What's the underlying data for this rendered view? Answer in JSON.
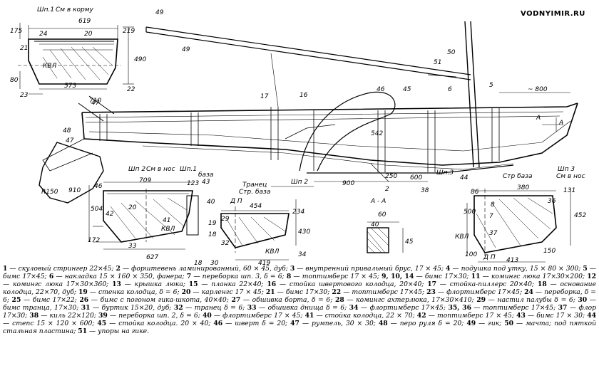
{
  "watermark": "VODNYIMIR.RU",
  "labels": {
    "shp1_top": "Шп.1",
    "to_stern_top": "См в корму",
    "shp2_bot": "Шп 2",
    "to_bow_bot": "См в нос",
    "shp1_bot": "Шп.1",
    "base_bot": "база",
    "transom": "Транец",
    "str_base": "Стр. база",
    "dp1": "Д П",
    "kvl1": "КВЛ",
    "kvl2": "КВЛ",
    "kvl3": "КВЛ",
    "kvl4": "КВЛ",
    "section_aa": "А - А",
    "shp2_mid": "Шп 2",
    "shp3_mid": "Шп.3",
    "shp3_right": "Шп 3",
    "str_base_right": "Стр база",
    "to_bow_right": "См в нос",
    "dp2": "Д П",
    "a_left": "А",
    "a_right": "А",
    "r150": "R150"
  },
  "dimensions": {
    "d619": "619",
    "d24": "24",
    "d20top": "20",
    "d175": "175",
    "d21": "21",
    "d219": "219",
    "d490": "490",
    "d80": "80",
    "d573": "573",
    "d23": "23",
    "d22": "22",
    "d710": "710",
    "d800": "~ 800",
    "d709": "709",
    "d43": "43",
    "d123": "123",
    "d46": "46",
    "d504": "504",
    "d42": "42",
    "d172": "172",
    "d627": "627",
    "d910": "910",
    "d454": "454",
    "d234": "234",
    "d430": "430",
    "d419": "419",
    "d34": "34",
    "d900": "900",
    "d600": "600",
    "d542": "542",
    "d250": "250",
    "d60": "60",
    "d40": "40",
    "d45": "45",
    "d380": "380",
    "d86": "86",
    "d131": "131",
    "d500": "500",
    "d452": "452",
    "d150": "150",
    "d100": "100",
    "d413": "413"
  },
  "part_numbers": [
    "1",
    "2",
    "3",
    "4",
    "5",
    "6",
    "7",
    "8",
    "9",
    "10",
    "11",
    "12",
    "13",
    "14",
    "15",
    "16",
    "17",
    "18",
    "19",
    "20",
    "21",
    "22",
    "23",
    "24",
    "25",
    "26",
    "27",
    "28",
    "29",
    "30",
    "31",
    "32",
    "33",
    "34",
    "35",
    "36",
    "37",
    "38",
    "39",
    "40",
    "41",
    "42",
    "43",
    "44",
    "45",
    "46",
    "47",
    "48",
    "49",
    "50",
    "51"
  ],
  "caption": [
    {
      "n": "1",
      "t": "скуловый стрингер 22×45;"
    },
    {
      "n": "2",
      "t": "форштевень ламинированный, 60 × 45, дуб;"
    },
    {
      "n": "3",
      "t": "внутренний привальный брус, 17 × 45;"
    },
    {
      "n": "4",
      "t": "подушка под утку, 15 × 80 × 300;"
    },
    {
      "n": "5",
      "t": "бимс 17×45;"
    },
    {
      "n": "6",
      "t": "накладка 15 × 160 × 350, фанера;"
    },
    {
      "n": "7",
      "t": "переборка шп. 3, δ = 6;"
    },
    {
      "n": "8",
      "t": "топтимберс 17 × 45;"
    },
    {
      "n": "9, 10, 14",
      "t": "бимс 17×30;"
    },
    {
      "n": "11",
      "t": "комингс люка 17×30×200;"
    },
    {
      "n": "12",
      "t": "комингс люка 17×30×360;"
    },
    {
      "n": "13",
      "t": "крышка люка;"
    },
    {
      "n": "15",
      "t": "планка 22×40;"
    },
    {
      "n": "16",
      "t": "стойка швертового колодца, 20×40;"
    },
    {
      "n": "17",
      "t": "стойка-пиллерс 20×40;"
    },
    {
      "n": "18",
      "t": "основание колодца, 22×70, дуб;"
    },
    {
      "n": "19",
      "t": "стенка колодца, δ = 6;"
    },
    {
      "n": "20",
      "t": "карленгс 17 × 45;"
    },
    {
      "n": "21",
      "t": "бимс 17×30;"
    },
    {
      "n": "22",
      "t": "топтимберс 17×45;"
    },
    {
      "n": "23",
      "t": "флортимберс 17×45;"
    },
    {
      "n": "24",
      "t": "переборка, δ = 6;"
    },
    {
      "n": "25",
      "t": "бимс 17×22;"
    },
    {
      "n": "26",
      "t": "бимс с погоном гика-шкота, 40×40;"
    },
    {
      "n": "27",
      "t": "обшивка борта, δ = 6;"
    },
    {
      "n": "28",
      "t": "комингс ахтерлюка, 17×30×410;"
    },
    {
      "n": "29",
      "t": "настил палубы δ = 6;"
    },
    {
      "n": "30",
      "t": "бимс транца, 17×30;"
    },
    {
      "n": "31",
      "t": "буртик 15×20, дуб;"
    },
    {
      "n": "32",
      "t": "транец δ = 6;"
    },
    {
      "n": "33",
      "t": "обшивка днища δ = 6;"
    },
    {
      "n": "34",
      "t": "флортимберс 17×45;"
    },
    {
      "n": "35, 36",
      "t": "топтимберс 17×45;"
    },
    {
      "n": "37",
      "t": "флор 17×30;"
    },
    {
      "n": "38",
      "t": "киль 22×120;"
    },
    {
      "n": "39",
      "t": "переборка шп. 2, δ = 6;"
    },
    {
      "n": "40",
      "t": "флортимберс 17 × 45;"
    },
    {
      "n": "41",
      "t": "стойка колодца, 22 × 70;"
    },
    {
      "n": "42",
      "t": "топтимберс 17 × 45;"
    },
    {
      "n": "43",
      "t": "бимс 17 × 30;"
    },
    {
      "n": "44",
      "t": "степс 15 × 120 × 600;"
    },
    {
      "n": "45",
      "t": "стойка колодца. 20 × 40;"
    },
    {
      "n": "46",
      "t": "шверт δ = 20;"
    },
    {
      "n": "47",
      "t": "румпель, 30 × 30;"
    },
    {
      "n": "48",
      "t": "перо руля δ = 20;"
    },
    {
      "n": "49",
      "t": "гик;"
    },
    {
      "n": "50",
      "t": "мачта; под пяткой стальная пластина;"
    },
    {
      "n": "51",
      "t": "упоры на гике."
    }
  ]
}
